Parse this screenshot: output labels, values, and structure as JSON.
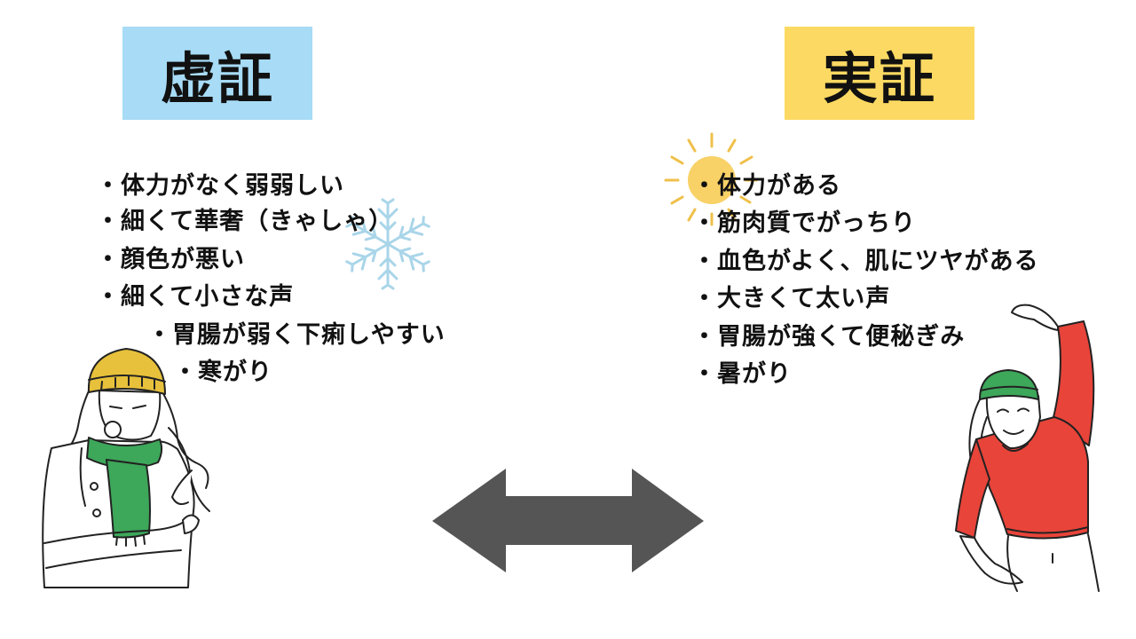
{
  "left": {
    "title": "虚証",
    "items": [
      "・体力がなく弱弱しい",
      "・細くて華奢（きゃしゃ）",
      "・顔色が悪い",
      "・細くて小さな声",
      "・胃腸が弱く下痢しやすい",
      "・寒がり"
    ]
  },
  "right": {
    "title": "実証",
    "items": [
      "・体力がある",
      "・筋肉質でがっちり",
      "・血色がよく、肌にツヤがある",
      "・大きくて太い声",
      "・胃腸が強くて便秘ぎみ",
      "・暑がり"
    ]
  },
  "icons": {
    "left_symbol": "snowflake-icon",
    "right_symbol": "sun-icon",
    "connector": "double-arrow-icon"
  },
  "colors": {
    "deficiency_box": "#a7dbf6",
    "excess_box": "#fcd962",
    "arrow": "#555555",
    "snowflake": "#a9d5e9",
    "sun": "#f8cf5f",
    "sun_rays": "#efc04a",
    "scarf": "#3da75a",
    "beanie_yellow": "#e7c13b",
    "beanie_green": "#3da75a",
    "red_top": "#e8443a"
  }
}
